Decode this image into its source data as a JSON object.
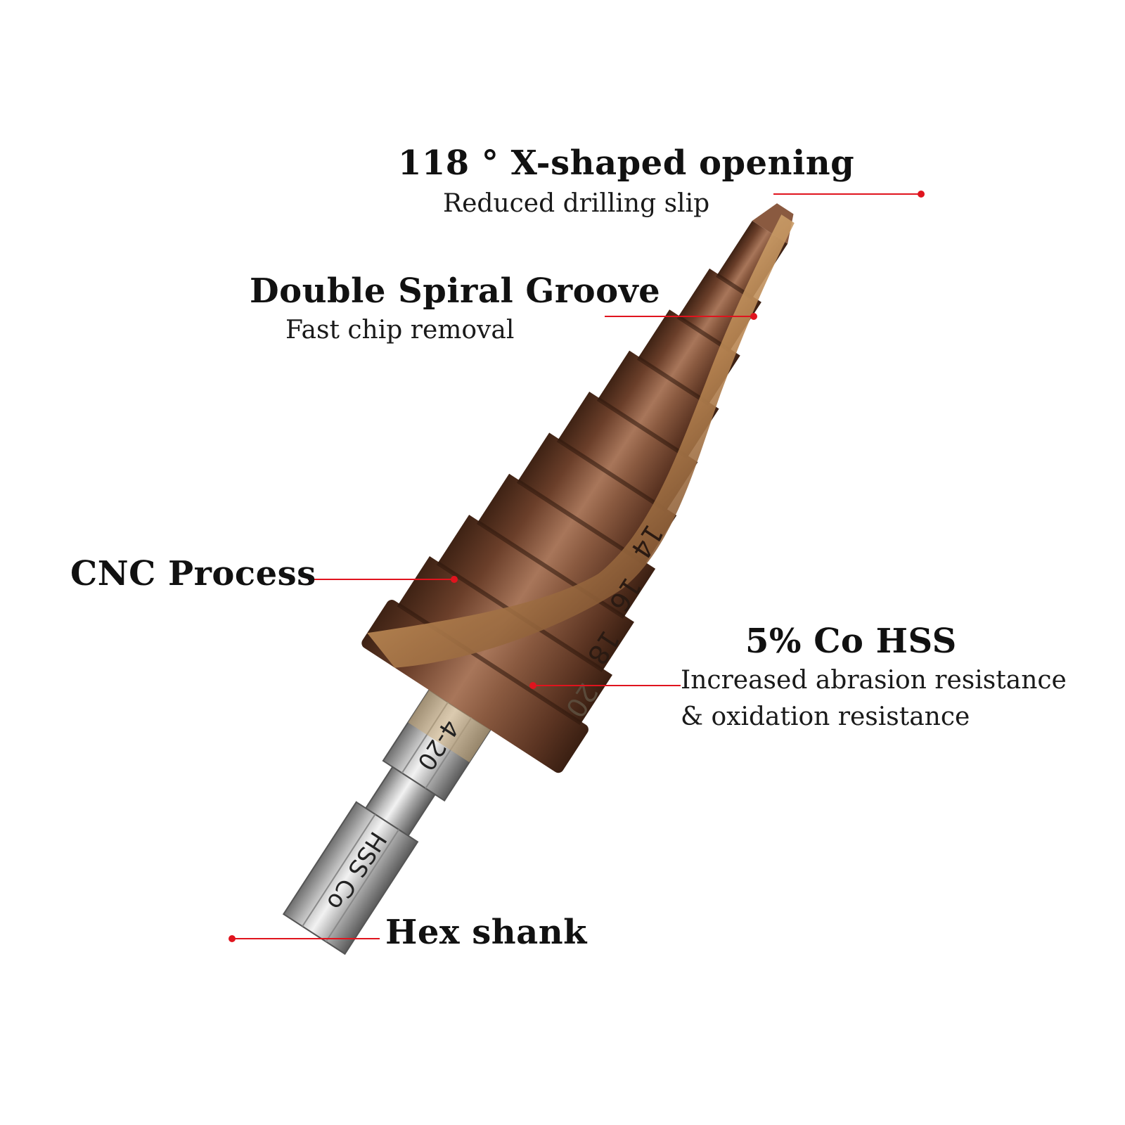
{
  "callouts": {
    "tip": {
      "title": "118 ° X-shaped opening",
      "subtitle": "Reduced drilling slip"
    },
    "groove": {
      "title": "Double Spiral Groove",
      "subtitle": "Fast chip removal"
    },
    "cnc": {
      "title": "CNC Process"
    },
    "hss": {
      "title": "5% Co HSS",
      "line1": "Increased abrasion resistance",
      "line2": "& oxidation resistance"
    },
    "shank": {
      "title": "Hex shank"
    }
  },
  "drill": {
    "size_markings": [
      "14",
      "16",
      "18",
      "20"
    ],
    "shank_range": "4-20",
    "shank_material": "HSS Co"
  },
  "colors": {
    "leader": "#e0141e",
    "bronze": "#7a4a33",
    "steel": "#c9c9c9"
  }
}
